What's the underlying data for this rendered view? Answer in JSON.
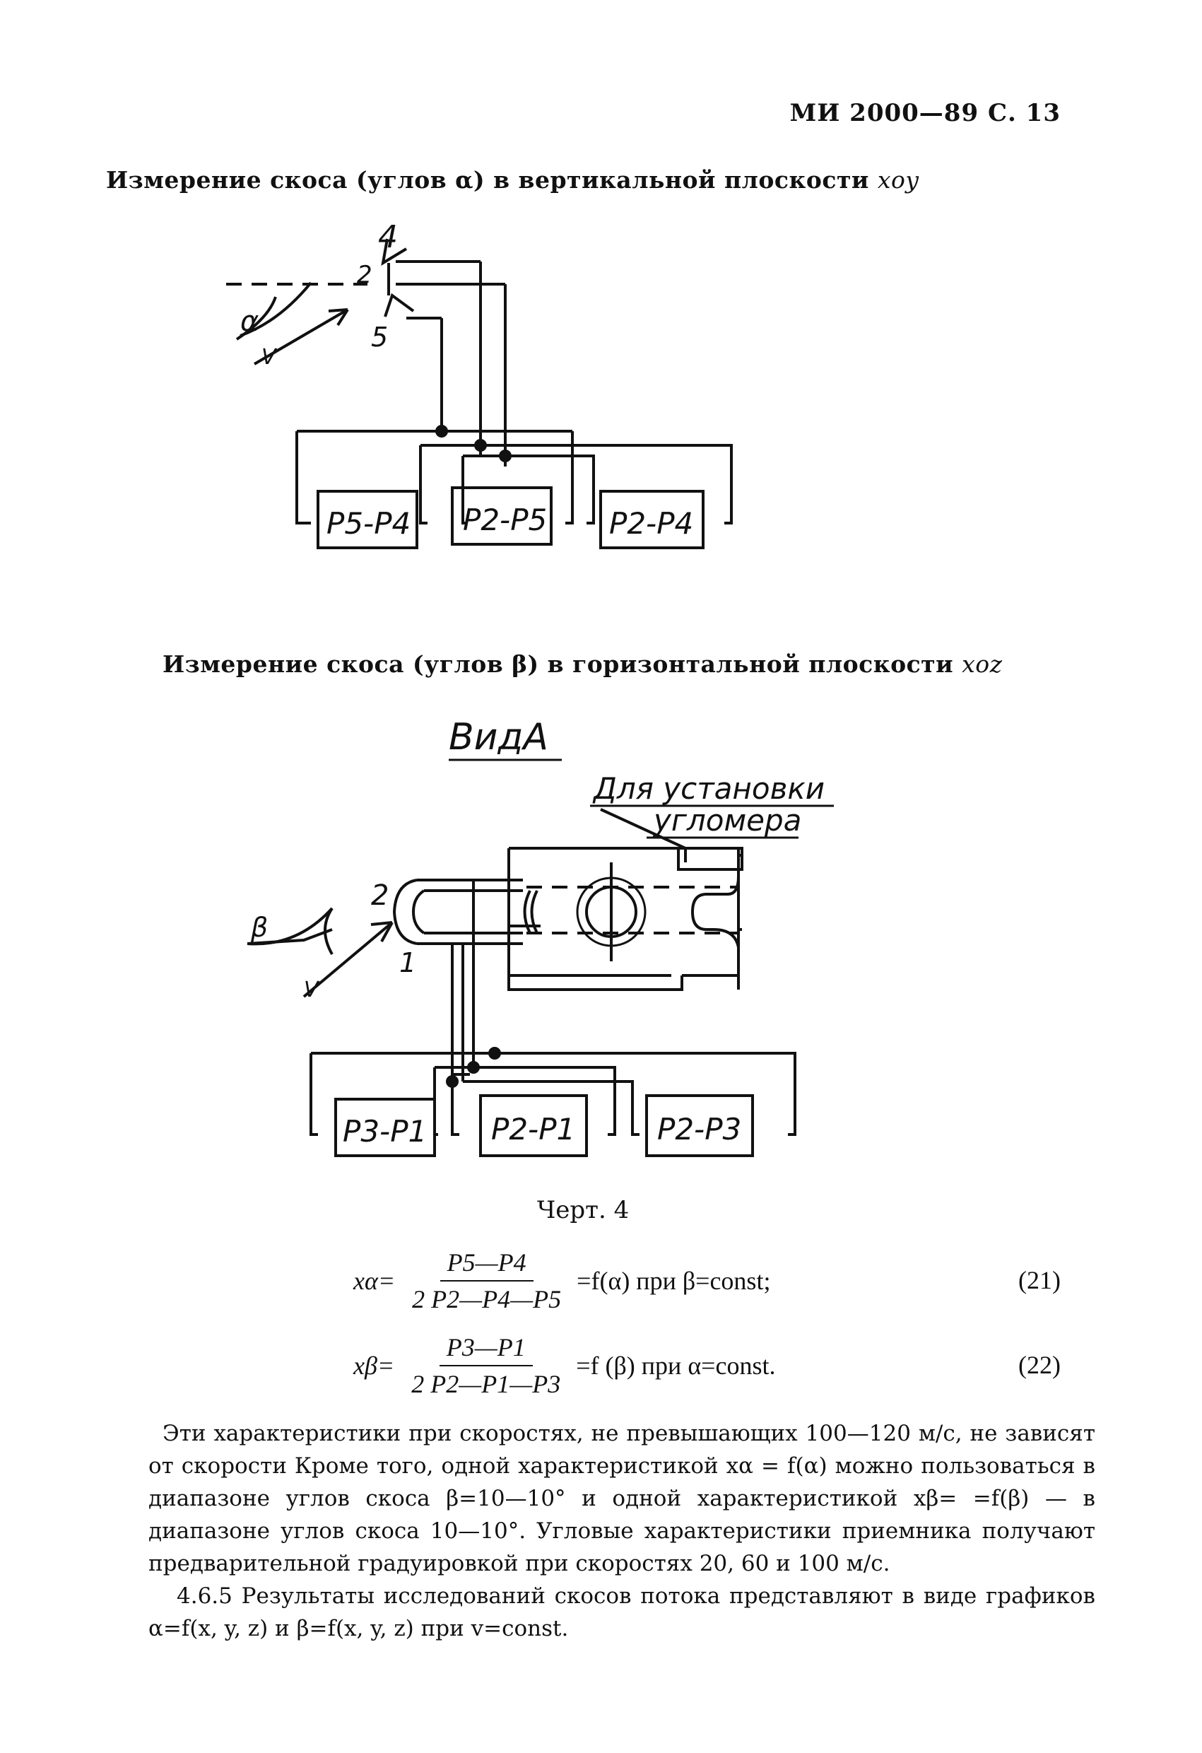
{
  "header": {
    "page_ref": "МИ 2000—89 С. 13"
  },
  "section1": {
    "heading": "Измерение скоса (углов α) в вертикальной плоскости ",
    "plane": "xoy",
    "labels": {
      "probe_top": "4",
      "probe_mid": "2",
      "probe_bot": "5",
      "angle": "α",
      "velocity": "V"
    },
    "boxes": [
      "P5-P4",
      "P2-P5",
      "P2-P4"
    ]
  },
  "section2": {
    "heading": "Измерение скоса (углов β) в горизонтальной плоскости ",
    "plane": "xoz",
    "view_label": "ВидА",
    "note_line1": "Для установки",
    "note_line2": "угломера",
    "labels": {
      "probe_top": "2",
      "probe_bot": "1",
      "angle": "β",
      "velocity": "V"
    },
    "boxes": [
      "P3-P1",
      "P2-P1",
      "P2-P3"
    ]
  },
  "figure_caption": "Черт. 4",
  "formulas": [
    {
      "lhs": "xα=",
      "num": "P5—P4",
      "den": "2 P2—P4—P5",
      "rhs": "=f(α) при β=const;",
      "number": "(21)"
    },
    {
      "lhs": "xβ=",
      "num": "P3—P1",
      "den": "2 P2—P1—P3",
      "rhs": "=f (β) при α=const.",
      "number": "(22)"
    }
  ],
  "paragraphs": [
    "Эти характеристики при скоростях, не превышающих 100—120 м/с, не зависят от скорости Кроме того, одной характеристикой xα = f(α) можно пользоваться в диапазоне углов скоса β=10—10° и одной характеристикой xβ= =f(β) — в диапазоне углов скоса 10—10°. Угловые характеристики приемника получают предварительной градуировкой при скоростях 20, 60 и 100 м/с.",
    "4.6.5 Результаты исследований скосов потока представляют в виде графиков α=f(x, y, z) и β=f(x, y, z) при v=const."
  ]
}
